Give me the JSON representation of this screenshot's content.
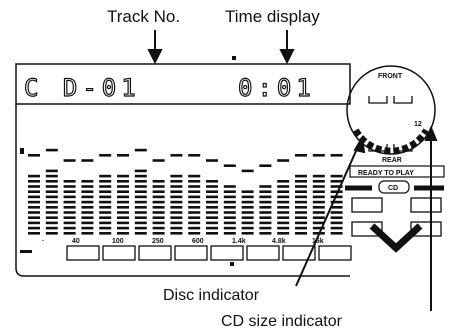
{
  "callouts": {
    "track_no": "Track No.",
    "time_display": "Time display",
    "disc_indicator": "Disc indicator",
    "cd_size_indicator": "CD size indicator"
  },
  "display": {
    "track_text": "C D-01",
    "time_text": "0:01",
    "front_label": "FRONT",
    "rear_label": "REAR",
    "size_12": "12",
    "ready_label": "READY TO PLAY",
    "cd_label": "CD"
  },
  "spectrum": {
    "band_labels": [
      "40",
      "100",
      "250",
      "600",
      "1.4k",
      "4.8k",
      "16k"
    ],
    "levels": [
      12,
      13,
      11,
      11,
      12,
      12,
      13,
      11,
      12,
      12,
      11,
      10,
      9,
      10,
      11,
      12,
      12,
      12
    ]
  },
  "colors": {
    "ink": "#111111",
    "paper": "#ffffff"
  }
}
